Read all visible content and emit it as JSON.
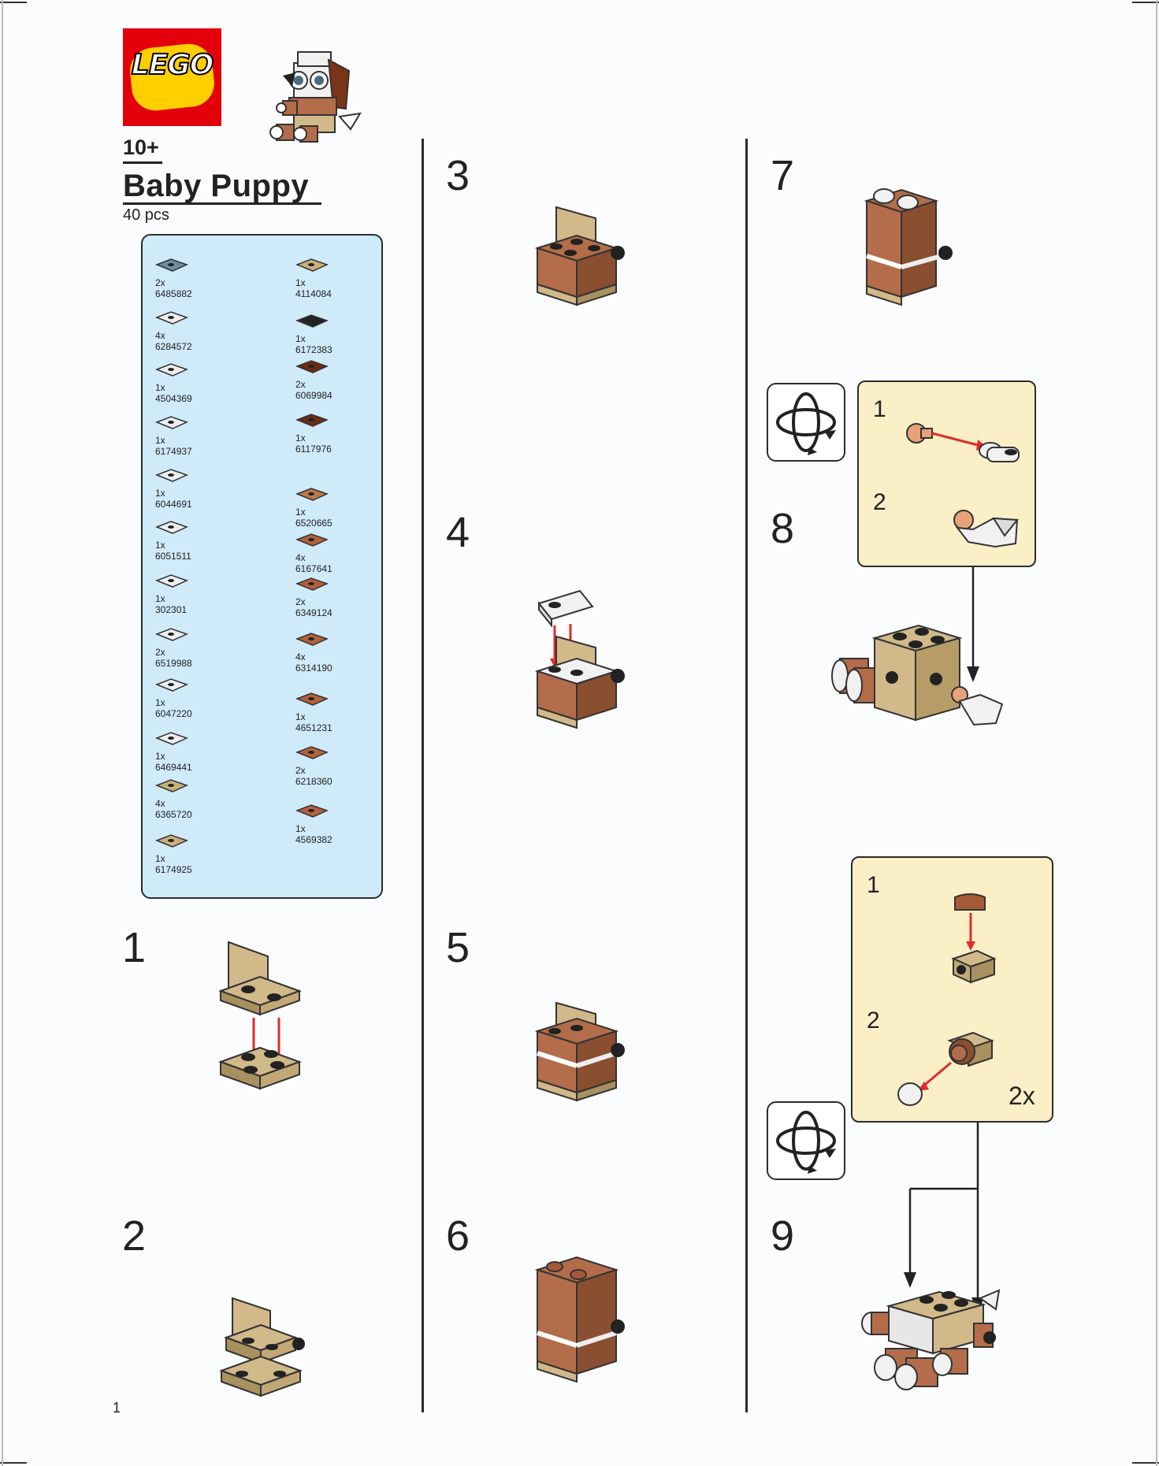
{
  "brand": {
    "logo_text": "LEGO"
  },
  "header": {
    "age": "10+",
    "set_name": "Baby Puppy",
    "pieces": "40 pcs"
  },
  "parts": [
    {
      "qty": "2x",
      "id": "6485882",
      "color": "#6f8fa0"
    },
    {
      "qty": "4x",
      "id": "6284572",
      "color": "#eeeeee"
    },
    {
      "qty": "1x",
      "id": "4504369",
      "color": "#eeeeee"
    },
    {
      "qty": "1x",
      "id": "6174937",
      "color": "#eeeeee"
    },
    {
      "qty": "1x",
      "id": "6044691",
      "color": "#eeeeee"
    },
    {
      "qty": "1x",
      "id": "6051511",
      "color": "#eeeeee"
    },
    {
      "qty": "1x",
      "id": "302301",
      "color": "#eeeeee"
    },
    {
      "qty": "2x",
      "id": "6519988",
      "color": "#eeeeee"
    },
    {
      "qty": "1x",
      "id": "6047220",
      "color": "#eeeeee"
    },
    {
      "qty": "1x",
      "id": "6469441",
      "color": "#eeeeee"
    },
    {
      "qty": "4x",
      "id": "6365720",
      "color": "#c9b07a"
    },
    {
      "qty": "1x",
      "id": "6174925",
      "color": "#c9b07a"
    },
    {
      "qty": "1x",
      "id": "4114084",
      "color": "#c9b07a"
    },
    {
      "qty": "1x",
      "id": "6172383",
      "color": "#222222"
    },
    {
      "qty": "2x",
      "id": "6069984",
      "color": "#6b2d14"
    },
    {
      "qty": "1x",
      "id": "6117976",
      "color": "#6b2d14"
    },
    {
      "qty": "1x",
      "id": "6520665",
      "color": "#b97a4a"
    },
    {
      "qty": "4x",
      "id": "6167641",
      "color": "#b2623a"
    },
    {
      "qty": "2x",
      "id": "6349124",
      "color": "#b2623a"
    },
    {
      "qty": "4x",
      "id": "6314190",
      "color": "#b2623a"
    },
    {
      "qty": "1x",
      "id": "4651231",
      "color": "#b2623a"
    },
    {
      "qty": "2x",
      "id": "6218360",
      "color": "#b2623a"
    },
    {
      "qty": "1x",
      "id": "4569382",
      "color": "#b2623a"
    }
  ],
  "steps": {
    "s1": "1",
    "s2": "2",
    "s3": "3",
    "s4": "4",
    "s5": "5",
    "s6": "6",
    "s7": "7",
    "s8": "8",
    "s9": "9"
  },
  "callout_step8": {
    "sub1": "1",
    "sub2": "2"
  },
  "callout_step9": {
    "sub1": "1",
    "sub2": "2",
    "multiplier": "2x"
  },
  "page_number": "1",
  "colors": {
    "tan": "#d2b98a",
    "tan_dark": "#a8905f",
    "brown": "#b36d4a",
    "brown_dark": "#8a4e31",
    "red_arrow": "#e02b2b",
    "callout_bg": "#fbefc8",
    "parts_bg": "#cfeaf9"
  }
}
